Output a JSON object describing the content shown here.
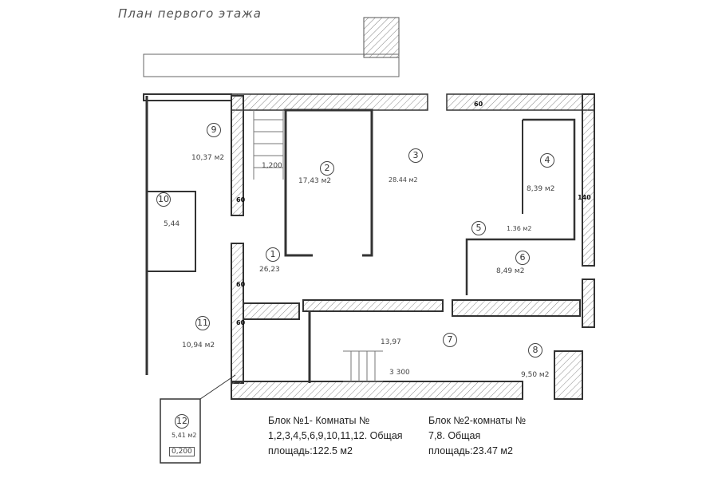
{
  "title": "План первого этажа",
  "rooms": [
    {
      "number": "1",
      "area": "26,23"
    },
    {
      "number": "2",
      "area": "17,43 м2"
    },
    {
      "number": "3",
      "area": "28.44 м2"
    },
    {
      "number": "4",
      "area": "8,39 м2"
    },
    {
      "number": "5",
      "area": "1.36 м2"
    },
    {
      "number": "6",
      "area": "8,49 м2"
    },
    {
      "number": "7",
      "area": "13,97"
    },
    {
      "number": "8",
      "area": "9,50 м2"
    },
    {
      "number": "9",
      "area": "10,37 м2"
    },
    {
      "number": "10",
      "area": "5,44"
    },
    {
      "number": "11",
      "area": "10,94 м2"
    },
    {
      "number": "12",
      "area": "5,41 м2"
    }
  ],
  "dimensions": {
    "stair_width": "1,200",
    "corridor": "3 300",
    "level": "0,200",
    "wall": "60",
    "wall_right": "140"
  },
  "blocks": [
    {
      "line1": "Блок №1- Комнаты №",
      "line2": "1,2,3,4,5,6,9,10,11,12. Общая",
      "line3": "площадь:122.5 м2"
    },
    {
      "line1": "Блок №2-комнаты №",
      "line2": "7,8. Общая",
      "line3": "площадь:23.47 м2"
    }
  ]
}
